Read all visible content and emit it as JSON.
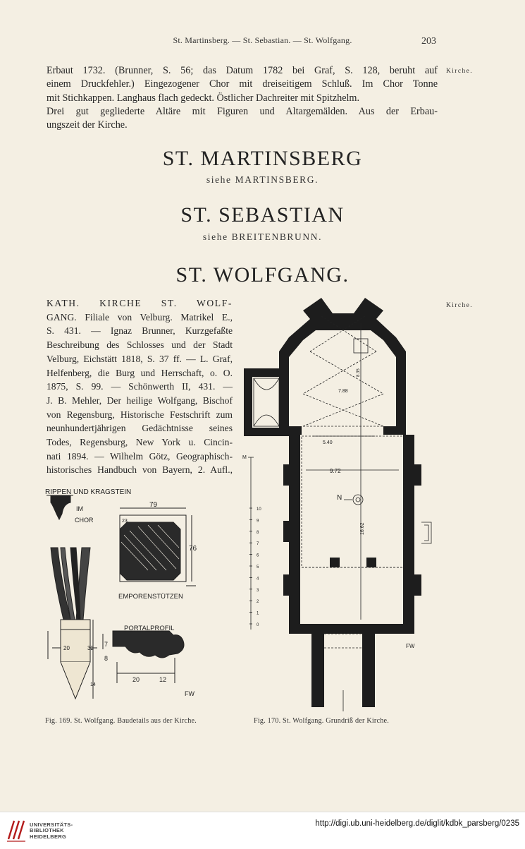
{
  "header": {
    "running_title": "St. Martinsberg. — St. Sebastian. — St. Wolfgang.",
    "page_number": "203"
  },
  "intro": {
    "lines": [
      "Erbaut 1732. (Brunner, S. 56; das Datum 1782 bei Graf, S. 128, beruht auf",
      "einem Druckfehler.) Eingezogener Chor mit dreiseitigem Schluß. Im Chor Tonne",
      "mit Stichkappen. Langhaus flach gedeckt. Östlicher Dachreiter mit Spitzhelm.",
      "Drei gut gegliederte Altäre mit Figuren und Altargemälden. Aus der Erbau-",
      "ungszeit der Kirche."
    ],
    "margin_note": "Kirche."
  },
  "sections": {
    "martinsberg": {
      "title": "ST. MARTINSBERG",
      "see": "siehe MARTINSBERG."
    },
    "sebastian": {
      "title": "ST. SEBASTIAN",
      "see": "siehe BREITENBRUNN."
    },
    "wolfgang": {
      "title": "ST. WOLFGANG."
    }
  },
  "wolfgang_text": {
    "margin_note": "Kirche.",
    "lines": [
      "KATH. KIRCHE ST. WOLF-",
      "GANG. Filiale von Velburg. Matrikel E.,",
      "S. 431. — Ignaz Brunner, Kurzgefaßte",
      "Beschreibung des Schlosses und der Stadt",
      "Velburg, Eichstätt 1818, S. 37 ff. — L. Graf,",
      "Helfenberg, die Burg und Herrschaft, o. O.",
      "1875, S. 99. — Schönwerth II, 431. —",
      "J. B. Mehler, Der heilige Wolfgang, Bischof",
      "von Regensburg, Historische Festschrift zum",
      "neunhundertjährigen Gedächtnisse seines",
      "Todes, Regensburg, New York u. Cincin-",
      "nati 1894. — Wilhelm Götz, Geographisch-",
      "historisches Handbuch von Bayern, 2. Aufl.,"
    ]
  },
  "fig169": {
    "label_rippen": "RIPPEN UND KRAGSTEIN",
    "label_im": "IM",
    "label_chor": "CHOR",
    "label_emporen": "EMPORENSTÜTZEN",
    "label_portal": "PORTALPROFIL",
    "dim_79": "79",
    "dim_76": "76",
    "dim_23": "23",
    "dim_20a": "20",
    "dim_32": "32",
    "dim_7": "7",
    "dim_8": "8",
    "dim_14": "14",
    "dim_20b": "20",
    "dim_12": "12",
    "signature": "FW",
    "caption": "Fig. 169. St. Wolfgang. Baudetails aus der Kirche."
  },
  "fig170": {
    "dim_5_40": "5.40",
    "dim_7_88": "7.88",
    "dim_9_72": "9.72",
    "dim_16_62": "16.62",
    "dim_8_35": "8.35",
    "north": "N",
    "scale_label": "M",
    "scale_ticks": [
      "10",
      "9",
      "8",
      "7",
      "6",
      "5",
      "4",
      "3",
      "2",
      "1",
      "0"
    ],
    "signature": "FW",
    "caption": "Fig. 170. St. Wolfgang. Grundriß der Kirche."
  },
  "footer": {
    "library_lines": [
      "UNIVERSITÄTS-",
      "BIBLIOTHEK",
      "HEIDELBERG"
    ],
    "url": "http://digi.ub.uni-heidelberg.de/diglit/kdbk_parsberg/0235"
  },
  "colors": {
    "paper": "#f4efe3",
    "ink": "#262626",
    "wall": "#1d1d1d"
  }
}
